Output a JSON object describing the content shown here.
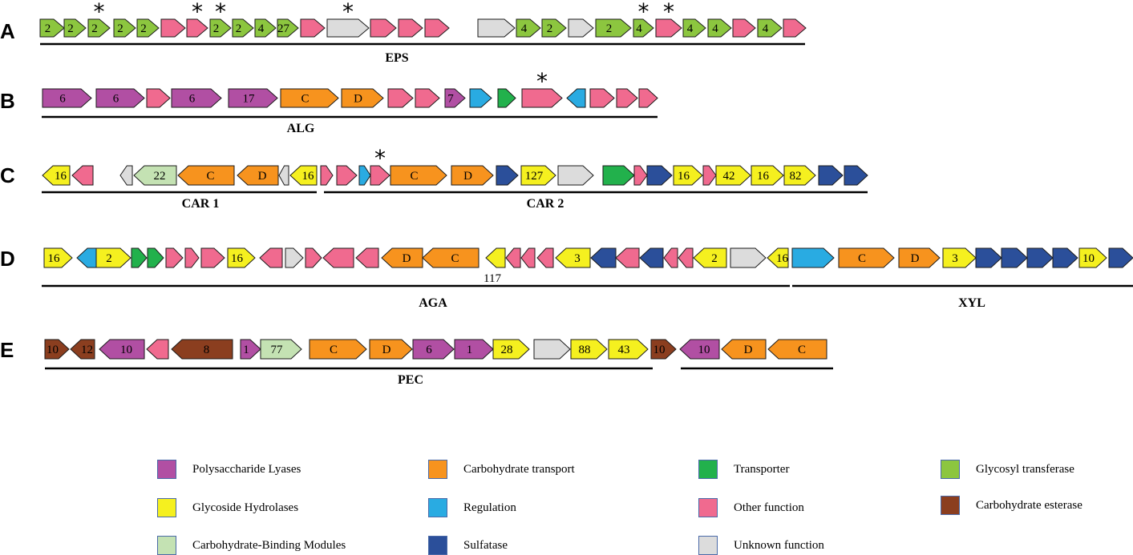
{
  "colors": {
    "PL": "#b14fa3",
    "GH": "#f5f01f",
    "CBM": "#c4e2b3",
    "CT": "#f7931e",
    "REG": "#29abe2",
    "SULF": "#2b4f9a",
    "TR": "#22b14c",
    "OTH": "#f06a8f",
    "UNK": "#dcdcdc",
    "GT": "#8cc63f",
    "CE": "#8b3e1f"
  },
  "rows": [
    {
      "letter": "A",
      "genes": [
        {
          "c": "GT",
          "dir": "R",
          "label": "2"
        },
        {
          "c": "GT",
          "dir": "R",
          "label": "2"
        },
        {
          "c": "GT",
          "dir": "R",
          "label": "2",
          "star": true
        },
        {
          "c": "GT",
          "dir": "R",
          "label": "2"
        },
        {
          "c": "GT",
          "dir": "R",
          "label": "2"
        },
        {
          "c": "OTH",
          "dir": "R",
          "label": ""
        },
        {
          "c": "OTH",
          "dir": "R",
          "label": "",
          "star": true
        },
        {
          "c": "GT",
          "dir": "R",
          "label": "2",
          "star": true
        },
        {
          "c": "GT",
          "dir": "R",
          "label": "2"
        },
        {
          "c": "GT",
          "dir": "R",
          "label": "4"
        },
        {
          "c": "GT",
          "dir": "R",
          "label": "27"
        },
        {
          "c": "OTH",
          "dir": "R",
          "label": ""
        },
        {
          "c": "UNK",
          "dir": "R",
          "label": "",
          "star": true
        },
        {
          "c": "OTH",
          "dir": "R",
          "label": ""
        },
        {
          "c": "OTH",
          "dir": "R",
          "label": ""
        },
        {
          "c": "OTH",
          "dir": "R",
          "label": ""
        },
        {
          "c": "UNK",
          "dir": "R",
          "label": ""
        },
        {
          "c": "GT",
          "dir": "R",
          "label": "4"
        },
        {
          "c": "GT",
          "dir": "R",
          "label": "2"
        },
        {
          "c": "UNK",
          "dir": "R",
          "label": ""
        },
        {
          "c": "GT",
          "dir": "R",
          "label": "2"
        },
        {
          "c": "GT",
          "dir": "R",
          "label": "4",
          "star": true
        },
        {
          "c": "OTH",
          "dir": "R",
          "label": "",
          "star": true
        },
        {
          "c": "GT",
          "dir": "R",
          "label": "4"
        },
        {
          "c": "GT",
          "dir": "R",
          "label": "4"
        },
        {
          "c": "OTH",
          "dir": "R",
          "label": ""
        },
        {
          "c": "GT",
          "dir": "R",
          "label": "4"
        },
        {
          "c": "OTH",
          "dir": "R",
          "label": ""
        }
      ],
      "clusters": [
        {
          "label": "EPS"
        }
      ]
    },
    {
      "letter": "B",
      "genes": [
        {
          "c": "PL",
          "dir": "R",
          "label": "6"
        },
        {
          "c": "PL",
          "dir": "R",
          "label": "6"
        },
        {
          "c": "OTH",
          "dir": "R",
          "label": ""
        },
        {
          "c": "PL",
          "dir": "R",
          "label": "6"
        },
        {
          "c": "PL",
          "dir": "R",
          "label": "17"
        },
        {
          "c": "CT",
          "dir": "R",
          "label": "C"
        },
        {
          "c": "CT",
          "dir": "R",
          "label": "D"
        },
        {
          "c": "OTH",
          "dir": "R",
          "label": ""
        },
        {
          "c": "OTH",
          "dir": "R",
          "label": ""
        },
        {
          "c": "PL",
          "dir": "R",
          "label": "7"
        },
        {
          "c": "REG",
          "dir": "R",
          "label": ""
        },
        {
          "c": "TR",
          "dir": "R",
          "label": ""
        },
        {
          "c": "OTH",
          "dir": "R",
          "label": "",
          "star": true
        },
        {
          "c": "REG",
          "dir": "L",
          "label": ""
        },
        {
          "c": "OTH",
          "dir": "R",
          "label": ""
        },
        {
          "c": "OTH",
          "dir": "R",
          "label": ""
        },
        {
          "c": "OTH",
          "dir": "R",
          "label": ""
        }
      ],
      "clusters": [
        {
          "label": "ALG"
        }
      ]
    },
    {
      "letter": "C",
      "genes": [
        {
          "c": "GH",
          "dir": "L",
          "label": "16"
        },
        {
          "c": "OTH",
          "dir": "L",
          "label": ""
        },
        {
          "c": "UNK",
          "dir": "L",
          "label": ""
        },
        {
          "c": "CBM",
          "dir": "L",
          "label": "22"
        },
        {
          "c": "CT",
          "dir": "L",
          "label": "C"
        },
        {
          "c": "CT",
          "dir": "L",
          "label": "D"
        },
        {
          "c": "UNK",
          "dir": "L",
          "label": ""
        },
        {
          "c": "GH",
          "dir": "L",
          "label": "16"
        },
        {
          "c": "OTH",
          "dir": "R",
          "label": ""
        },
        {
          "c": "OTH",
          "dir": "R",
          "label": ""
        },
        {
          "c": "REG",
          "dir": "R",
          "label": ""
        },
        {
          "c": "OTH",
          "dir": "R",
          "label": "",
          "star": true
        },
        {
          "c": "CT",
          "dir": "R",
          "label": "C"
        },
        {
          "c": "CT",
          "dir": "R",
          "label": "D"
        },
        {
          "c": "SULF",
          "dir": "R",
          "label": ""
        },
        {
          "c": "GH",
          "dir": "R",
          "label": "127"
        },
        {
          "c": "UNK",
          "dir": "R",
          "label": ""
        },
        {
          "c": "TR",
          "dir": "R",
          "label": ""
        },
        {
          "c": "OTH",
          "dir": "R",
          "label": ""
        },
        {
          "c": "SULF",
          "dir": "R",
          "label": ""
        },
        {
          "c": "GH",
          "dir": "R",
          "label": "16"
        },
        {
          "c": "OTH",
          "dir": "R",
          "label": ""
        },
        {
          "c": "GH",
          "dir": "R",
          "label": "42"
        },
        {
          "c": "GH",
          "dir": "R",
          "label": "16"
        },
        {
          "c": "GH",
          "dir": "R",
          "label": "82"
        },
        {
          "c": "SULF",
          "dir": "R",
          "label": ""
        },
        {
          "c": "SULF",
          "dir": "R",
          "label": ""
        }
      ],
      "clusters": [
        {
          "label": "CAR 1"
        },
        {
          "label": "CAR 2"
        }
      ]
    },
    {
      "letter": "D",
      "genes": [
        {
          "c": "GH",
          "dir": "R",
          "label": "16"
        },
        {
          "c": "REG",
          "dir": "L",
          "label": ""
        },
        {
          "c": "GH",
          "dir": "R",
          "label": "2"
        },
        {
          "c": "TR",
          "dir": "R",
          "label": ""
        },
        {
          "c": "TR",
          "dir": "R",
          "label": ""
        },
        {
          "c": "OTH",
          "dir": "R",
          "label": ""
        },
        {
          "c": "OTH",
          "dir": "R",
          "label": ""
        },
        {
          "c": "OTH",
          "dir": "R",
          "label": ""
        },
        {
          "c": "GH",
          "dir": "R",
          "label": "16"
        },
        {
          "c": "OTH",
          "dir": "L",
          "label": ""
        },
        {
          "c": "UNK",
          "dir": "R",
          "label": ""
        },
        {
          "c": "OTH",
          "dir": "R",
          "label": ""
        },
        {
          "c": "OTH",
          "dir": "L",
          "label": ""
        },
        {
          "c": "OTH",
          "dir": "L",
          "label": ""
        },
        {
          "c": "CT",
          "dir": "L",
          "label": "D"
        },
        {
          "c": "CT",
          "dir": "L",
          "label": "C"
        },
        {
          "c": "GH",
          "dir": "L",
          "label": ""
        },
        {
          "c": "OTH",
          "dir": "L",
          "label": ""
        },
        {
          "c": "OTH",
          "dir": "L",
          "label": ""
        },
        {
          "c": "OTH",
          "dir": "L",
          "label": ""
        },
        {
          "c": "GH",
          "dir": "L",
          "label": "3"
        },
        {
          "c": "SULF",
          "dir": "L",
          "label": ""
        },
        {
          "c": "OTH",
          "dir": "L",
          "label": ""
        },
        {
          "c": "SULF",
          "dir": "L",
          "label": ""
        },
        {
          "c": "OTH",
          "dir": "L",
          "label": ""
        },
        {
          "c": "OTH",
          "dir": "L",
          "label": ""
        },
        {
          "c": "GH",
          "dir": "L",
          "label": "2"
        },
        {
          "c": "UNK",
          "dir": "R",
          "label": ""
        },
        {
          "c": "GH",
          "dir": "L",
          "label": "16"
        },
        {
          "c": "REG",
          "dir": "R",
          "label": ""
        },
        {
          "c": "CT",
          "dir": "R",
          "label": "C"
        },
        {
          "c": "CT",
          "dir": "R",
          "label": "D"
        },
        {
          "c": "GH",
          "dir": "R",
          "label": "3"
        },
        {
          "c": "SULF",
          "dir": "R",
          "label": ""
        },
        {
          "c": "SULF",
          "dir": "R",
          "label": ""
        },
        {
          "c": "SULF",
          "dir": "R",
          "label": ""
        },
        {
          "c": "SULF",
          "dir": "R",
          "label": ""
        },
        {
          "c": "GH",
          "dir": "R",
          "label": "10"
        },
        {
          "c": "SULF",
          "dir": "R",
          "label": ""
        }
      ],
      "clusters": [
        {
          "label": "AGA"
        },
        {
          "label": "XYL"
        }
      ],
      "extra_label": "117"
    },
    {
      "letter": "E",
      "genes": [
        {
          "c": "CE",
          "dir": "R",
          "label": "10"
        },
        {
          "c": "CE",
          "dir": "L",
          "label": "12"
        },
        {
          "c": "PL",
          "dir": "L",
          "label": "10"
        },
        {
          "c": "OTH",
          "dir": "L",
          "label": ""
        },
        {
          "c": "CE",
          "dir": "L",
          "label": "8"
        },
        {
          "c": "PL",
          "dir": "R",
          "label": "1"
        },
        {
          "c": "CBM",
          "dir": "R",
          "label": "77"
        },
        {
          "c": "CT",
          "dir": "R",
          "label": "C"
        },
        {
          "c": "CT",
          "dir": "R",
          "label": "D"
        },
        {
          "c": "PL",
          "dir": "R",
          "label": "6"
        },
        {
          "c": "PL",
          "dir": "R",
          "label": "1"
        },
        {
          "c": "GH",
          "dir": "R",
          "label": "28"
        },
        {
          "c": "UNK",
          "dir": "R",
          "label": ""
        },
        {
          "c": "GH",
          "dir": "R",
          "label": "88"
        },
        {
          "c": "GH",
          "dir": "R",
          "label": "43"
        },
        {
          "c": "CE",
          "dir": "R",
          "label": "10"
        },
        {
          "c": "PL",
          "dir": "L",
          "label": "10"
        },
        {
          "c": "CT",
          "dir": "L",
          "label": "D"
        },
        {
          "c": "CT",
          "dir": "L",
          "label": "C"
        }
      ],
      "clusters": [
        {
          "label": "PEC"
        },
        {
          "label": ""
        }
      ]
    }
  ],
  "legend": [
    {
      "c": "PL",
      "label": "Polysaccharide Lyases"
    },
    {
      "c": "CT",
      "label": "Carbohydrate transport"
    },
    {
      "c": "TR",
      "label": "Transporter"
    },
    {
      "c": "GT",
      "label": "Glycosyl transferase"
    },
    {
      "c": "GH",
      "label": "Glycoside Hydrolases"
    },
    {
      "c": "REG",
      "label": "Regulation"
    },
    {
      "c": "OTH",
      "label": "Other function"
    },
    {
      "c": "CE",
      "label": "Carbohydrate esterase"
    },
    {
      "c": "CBM",
      "label": "Carbohydrate-Binding Modules"
    },
    {
      "c": "SULF",
      "label": "Sulfatase"
    },
    {
      "c": "UNK",
      "label": "Unknown function"
    }
  ]
}
